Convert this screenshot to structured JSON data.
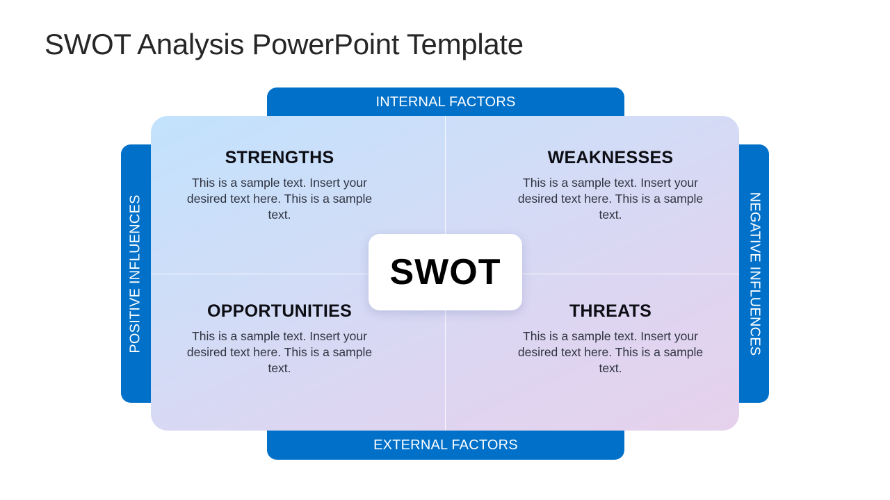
{
  "slide": {
    "title": "SWOT Analysis PowerPoint Template"
  },
  "bars": {
    "top": "INTERNAL FACTORS",
    "bottom": "EXTERNAL FACTORS",
    "left": "POSITIVE INFLUENCES",
    "right": "NEGATIVE INFLUENCES"
  },
  "center": {
    "label": "SWOT"
  },
  "quadrants": [
    {
      "title": "STRENGTHS",
      "body": "This is a sample text. Insert your desired text here. This is a sample text."
    },
    {
      "title": "WEAKNESSES",
      "body": "This is a sample text. Insert your desired text here. This is a sample text."
    },
    {
      "title": "OPPORTUNITIES",
      "body": "This is a sample text. Insert your desired text here. This is a sample text."
    },
    {
      "title": "THREATS",
      "body": "This is a sample text. Insert your desired text here. This is a sample text."
    }
  ],
  "colors": {
    "bar": "#0070c8",
    "panel_gradient_start": "#c2e2fd",
    "panel_gradient_end": "#e6d1ec",
    "title_text": "#262626"
  }
}
